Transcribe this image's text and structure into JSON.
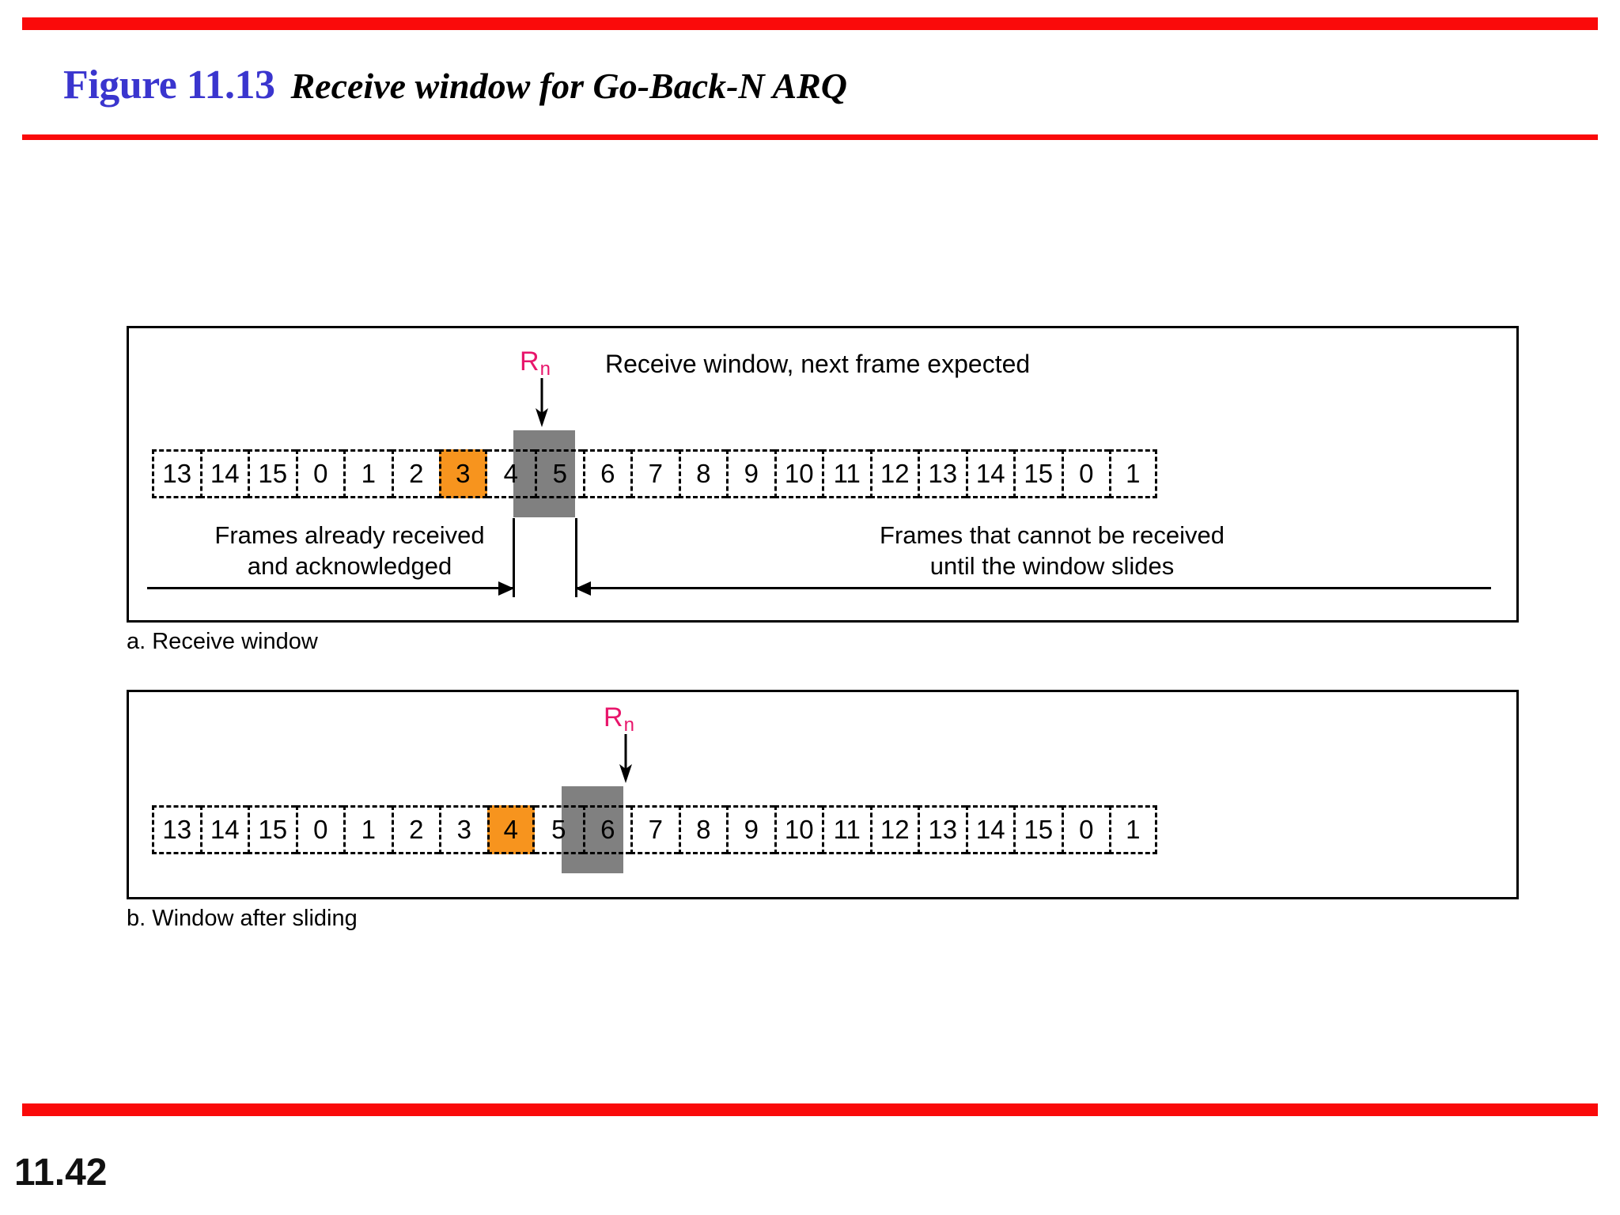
{
  "figure": {
    "number": "Figure 11.13",
    "title": "Receive window for Go-Back-N ARQ"
  },
  "page_number": "11.42",
  "colors": {
    "rule": "#FA0A0A",
    "figure_number": "#3A35CE",
    "current_frame": "#F7941E",
    "window_block": "#808080",
    "rn_label": "#E8156B"
  },
  "panels": [
    {
      "id": "a",
      "caption": "a. Receive window",
      "marker_label": "R",
      "marker_sub": "n",
      "marker_note": "Receive window, next frame expected",
      "frames": [
        "13",
        "14",
        "15",
        "0",
        "1",
        "2",
        "3",
        "4",
        "5",
        "6",
        "7",
        "8",
        "9",
        "10",
        "11",
        "12",
        "13",
        "14",
        "15",
        "0",
        "1"
      ],
      "current_frame_index": 6,
      "current_frame_value": "3",
      "left_range_label_line1": "Frames already received",
      "left_range_label_line2": "and acknowledged",
      "right_range_label_line1": "Frames that cannot be received",
      "right_range_label_line2": "until the window slides"
    },
    {
      "id": "b",
      "caption": "b. Window after sliding",
      "marker_label": "R",
      "marker_sub": "n",
      "frames": [
        "13",
        "14",
        "15",
        "0",
        "1",
        "2",
        "3",
        "4",
        "5",
        "6",
        "7",
        "8",
        "9",
        "10",
        "11",
        "12",
        "13",
        "14",
        "15",
        "0",
        "1"
      ],
      "current_frame_index": 7,
      "current_frame_value": "4"
    }
  ]
}
